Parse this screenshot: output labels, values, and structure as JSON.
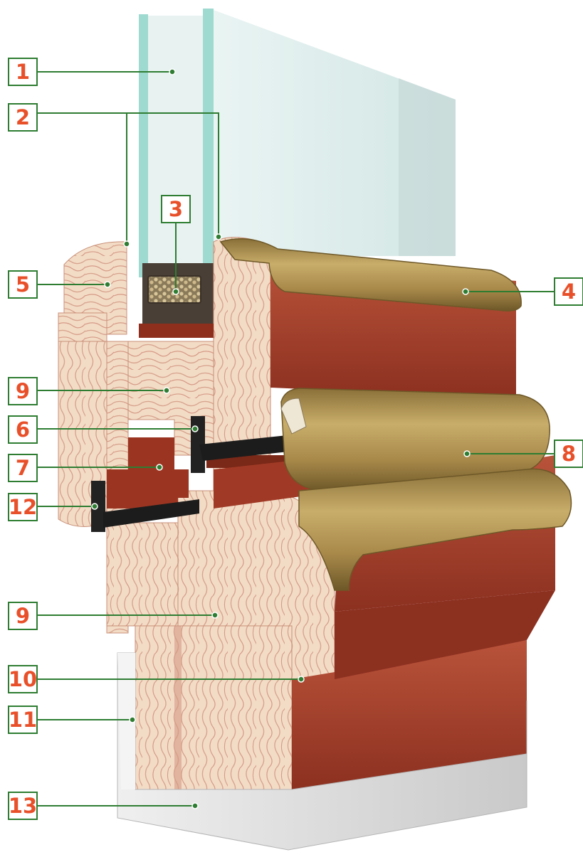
{
  "colors": {
    "label_text": "#e8502a",
    "label_border": "#2e7d32",
    "leader_line": "#2e7d32",
    "dot": "#2e7d32",
    "glass": "#8fd3c8",
    "pine_light": "#f3dcc6",
    "pine_grain": "#d59a86",
    "mahogany": "#a8402a",
    "mahogany_dark": "#7a2818",
    "gold": "#b89a58",
    "gold_dark": "#7d6530",
    "sill": "#e6e6e6"
  },
  "callouts": [
    {
      "id": "c1",
      "label": "1"
    },
    {
      "id": "c2",
      "label": "2"
    },
    {
      "id": "c3",
      "label": "3"
    },
    {
      "id": "c4",
      "label": "4"
    },
    {
      "id": "c5",
      "label": "5"
    },
    {
      "id": "c9a",
      "label": "9"
    },
    {
      "id": "c6",
      "label": "6"
    },
    {
      "id": "c7",
      "label": "7"
    },
    {
      "id": "c8",
      "label": "8"
    },
    {
      "id": "c12",
      "label": "12"
    },
    {
      "id": "c9b",
      "label": "9"
    },
    {
      "id": "c10",
      "label": "10"
    },
    {
      "id": "c11",
      "label": "11"
    },
    {
      "id": "c13",
      "label": "13"
    }
  ]
}
